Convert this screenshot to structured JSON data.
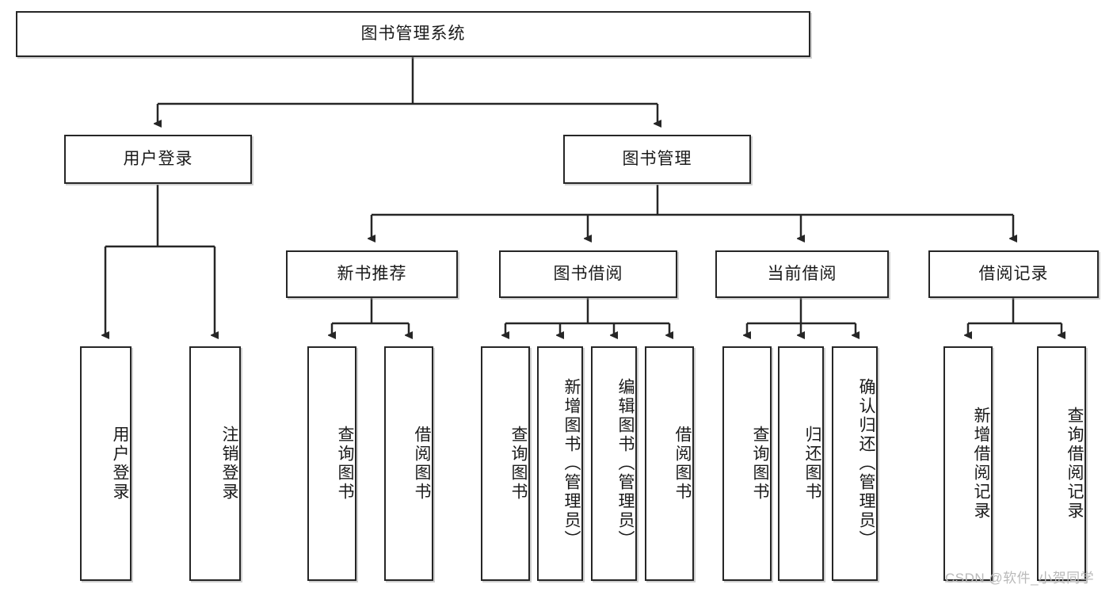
{
  "diagram": {
    "title": "图书管理系统",
    "type": "tree-hierarchy-diagram",
    "root": {
      "label": "图书管理系统"
    },
    "level2": [
      {
        "label": "用户登录"
      },
      {
        "label": "图书管理"
      }
    ],
    "level3": [
      {
        "label": "新书推荐"
      },
      {
        "label": "图书借阅"
      },
      {
        "label": "当前借阅"
      },
      {
        "label": "借阅记录"
      }
    ],
    "leaves": {
      "user_login": [
        {
          "label": "用户登录"
        },
        {
          "label": "注销登录"
        }
      ],
      "new_book_recommend": [
        {
          "label": "查询图书"
        },
        {
          "label": "借阅图书"
        }
      ],
      "book_borrow": [
        {
          "label": "查询图书"
        },
        {
          "label": "新增图书（管理员）"
        },
        {
          "label": "编辑图书（管理员）"
        },
        {
          "label": "借阅图书"
        }
      ],
      "current_borrow": [
        {
          "label": "查询图书"
        },
        {
          "label": "归还图书"
        },
        {
          "label": "确认归还（管理员）"
        }
      ],
      "borrow_record": [
        {
          "label": "新增借阅记录"
        },
        {
          "label": "查询借阅记录"
        }
      ]
    }
  },
  "watermark": {
    "text": "CSDN @软件_小贺同学"
  },
  "colors": {
    "stroke": "#262626",
    "background": "#ffffff",
    "text": "#1a1a1a",
    "watermark": "#b9b9b9"
  }
}
